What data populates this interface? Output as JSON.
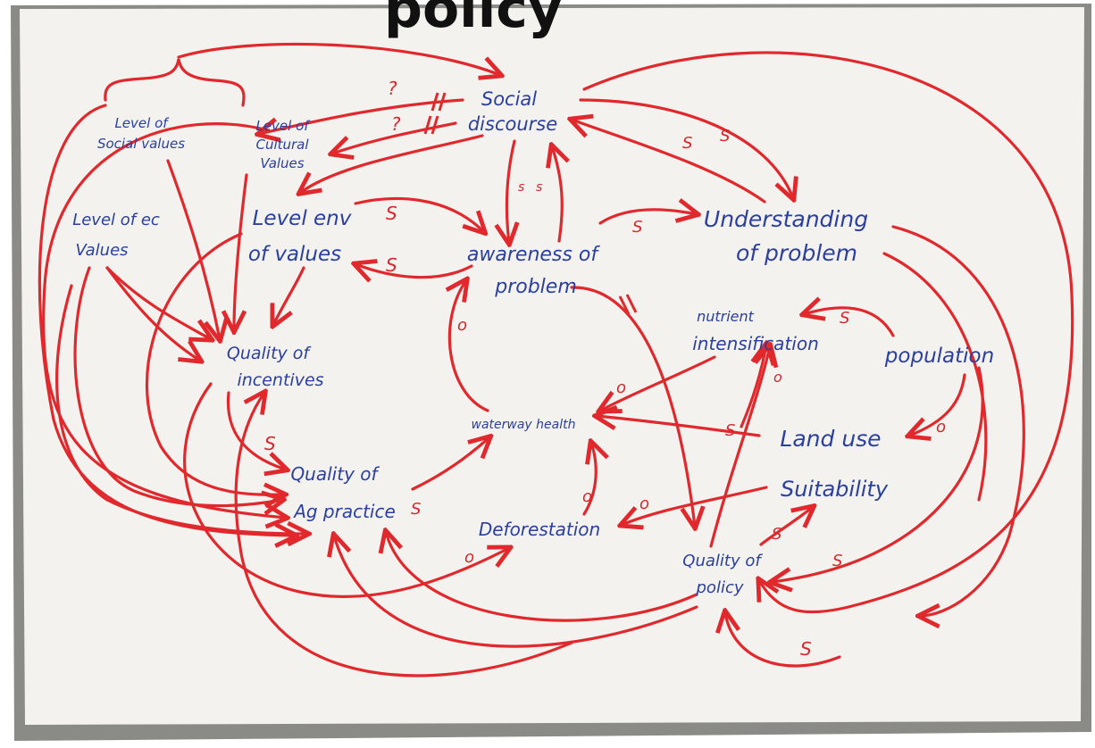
{
  "title_fragment": "policy",
  "colors": {
    "ink_blue": "#2a3fa0",
    "ink_red": "#e0282d",
    "board": "#f3f2ee",
    "board_edge": "#8a8a86"
  },
  "nodes": {
    "social_discourse": [
      "Social",
      "discourse"
    ],
    "social_values": [
      "Level of",
      "Social values"
    ],
    "cultural_values": [
      "Level of",
      "Cultural",
      "Values"
    ],
    "econ_values": [
      "Level of ec",
      "Values"
    ],
    "env_values": [
      "Level env",
      "of values"
    ],
    "awareness": [
      "awareness of",
      "problem"
    ],
    "understanding": [
      "Understanding",
      "of problem"
    ],
    "incentives": [
      "Quality of",
      "incentives"
    ],
    "nutrient": [
      "nutrient",
      "intensification"
    ],
    "population": [
      "population"
    ],
    "waterway": [
      "waterway health"
    ],
    "land_use": [
      "Land use"
    ],
    "ag_practice": [
      "Quality of",
      "Ag practice"
    ],
    "suitability": [
      "Suitability"
    ],
    "deforestation": [
      "Deforestation"
    ],
    "policy_quality": [
      "Quality of",
      "policy"
    ]
  },
  "signs": {
    "q1": "?",
    "q2": "?",
    "s_env": "S",
    "s_aw_left": "S",
    "s_aw_right": "S",
    "s_disc1": "S",
    "s_disc2": "S",
    "s_mid1": "s",
    "s_mid2": "s",
    "o_loop": "o",
    "s_pop": "S",
    "o_nutr": "o",
    "o_water": "o",
    "o_land": "o",
    "s_land": "S",
    "s_inc": "S",
    "s_ag": "S",
    "o_defor": "o",
    "o_defor2": "o",
    "o_bottom": "o",
    "s_suit": "S",
    "s_pol_right": "S",
    "s_bottom": "S"
  }
}
